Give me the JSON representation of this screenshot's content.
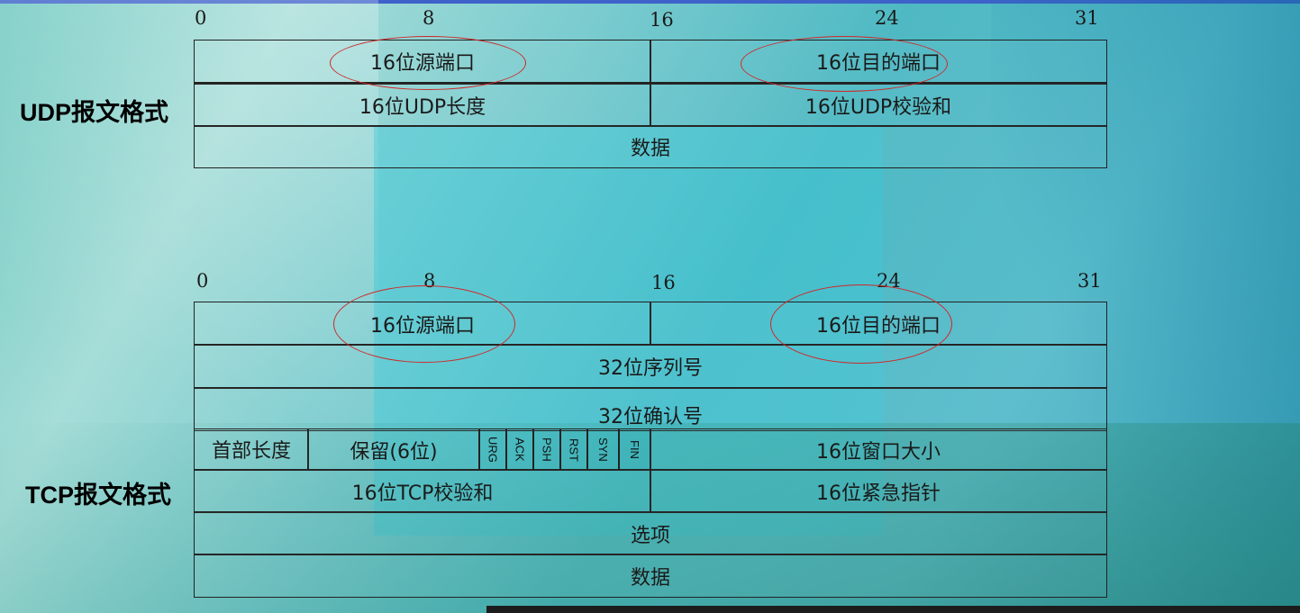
{
  "udp": {
    "label": "UDP报文格式",
    "ticks": [
      "0",
      "8",
      "16",
      "24",
      "31"
    ],
    "src_port": "16位源端口",
    "dst_port": "16位目的端口",
    "length": "16位UDP长度",
    "checksum": "16位UDP校验和",
    "data": "数据"
  },
  "tcp": {
    "label": "TCP报文格式",
    "ticks": [
      "0",
      "8",
      "16",
      "24",
      "31"
    ],
    "src_port": "16位源端口",
    "dst_port": "16位目的端口",
    "seq": "32位序列号",
    "ack_num": "32位确认号",
    "header_len": "首部长度",
    "reserved": "保留(6位)",
    "flags": [
      "URG",
      "ACK",
      "PSH",
      "RST",
      "SYN",
      "FIN"
    ],
    "window": "16位窗口大小",
    "checksum": "16位TCP校验和",
    "urgent": "16位紧急指针",
    "options": "选项",
    "data": "数据"
  },
  "colors": {
    "border": "#222222",
    "highlight_ellipse": "#d02828",
    "top_bar": "#3e62c9"
  }
}
